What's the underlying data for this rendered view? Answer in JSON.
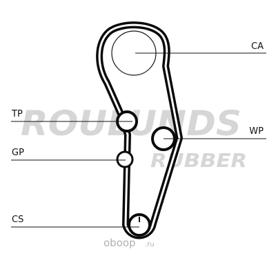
{
  "diagram": {
    "pulleys": {
      "ca": {
        "label": "CA"
      },
      "tp": {
        "label": "TP"
      },
      "wp": {
        "label": "WP"
      },
      "gp": {
        "label": "GP"
      },
      "cs": {
        "label": "CS"
      }
    }
  },
  "watermark": {
    "brand_top": "ROULUNDS",
    "brand_bottom": "RUBBER",
    "site_main": "oboop",
    "site_tld": ".ru",
    "color": "#d6d6d6"
  },
  "colors": {
    "belt": "#0a0a0a",
    "line": "#111111"
  }
}
